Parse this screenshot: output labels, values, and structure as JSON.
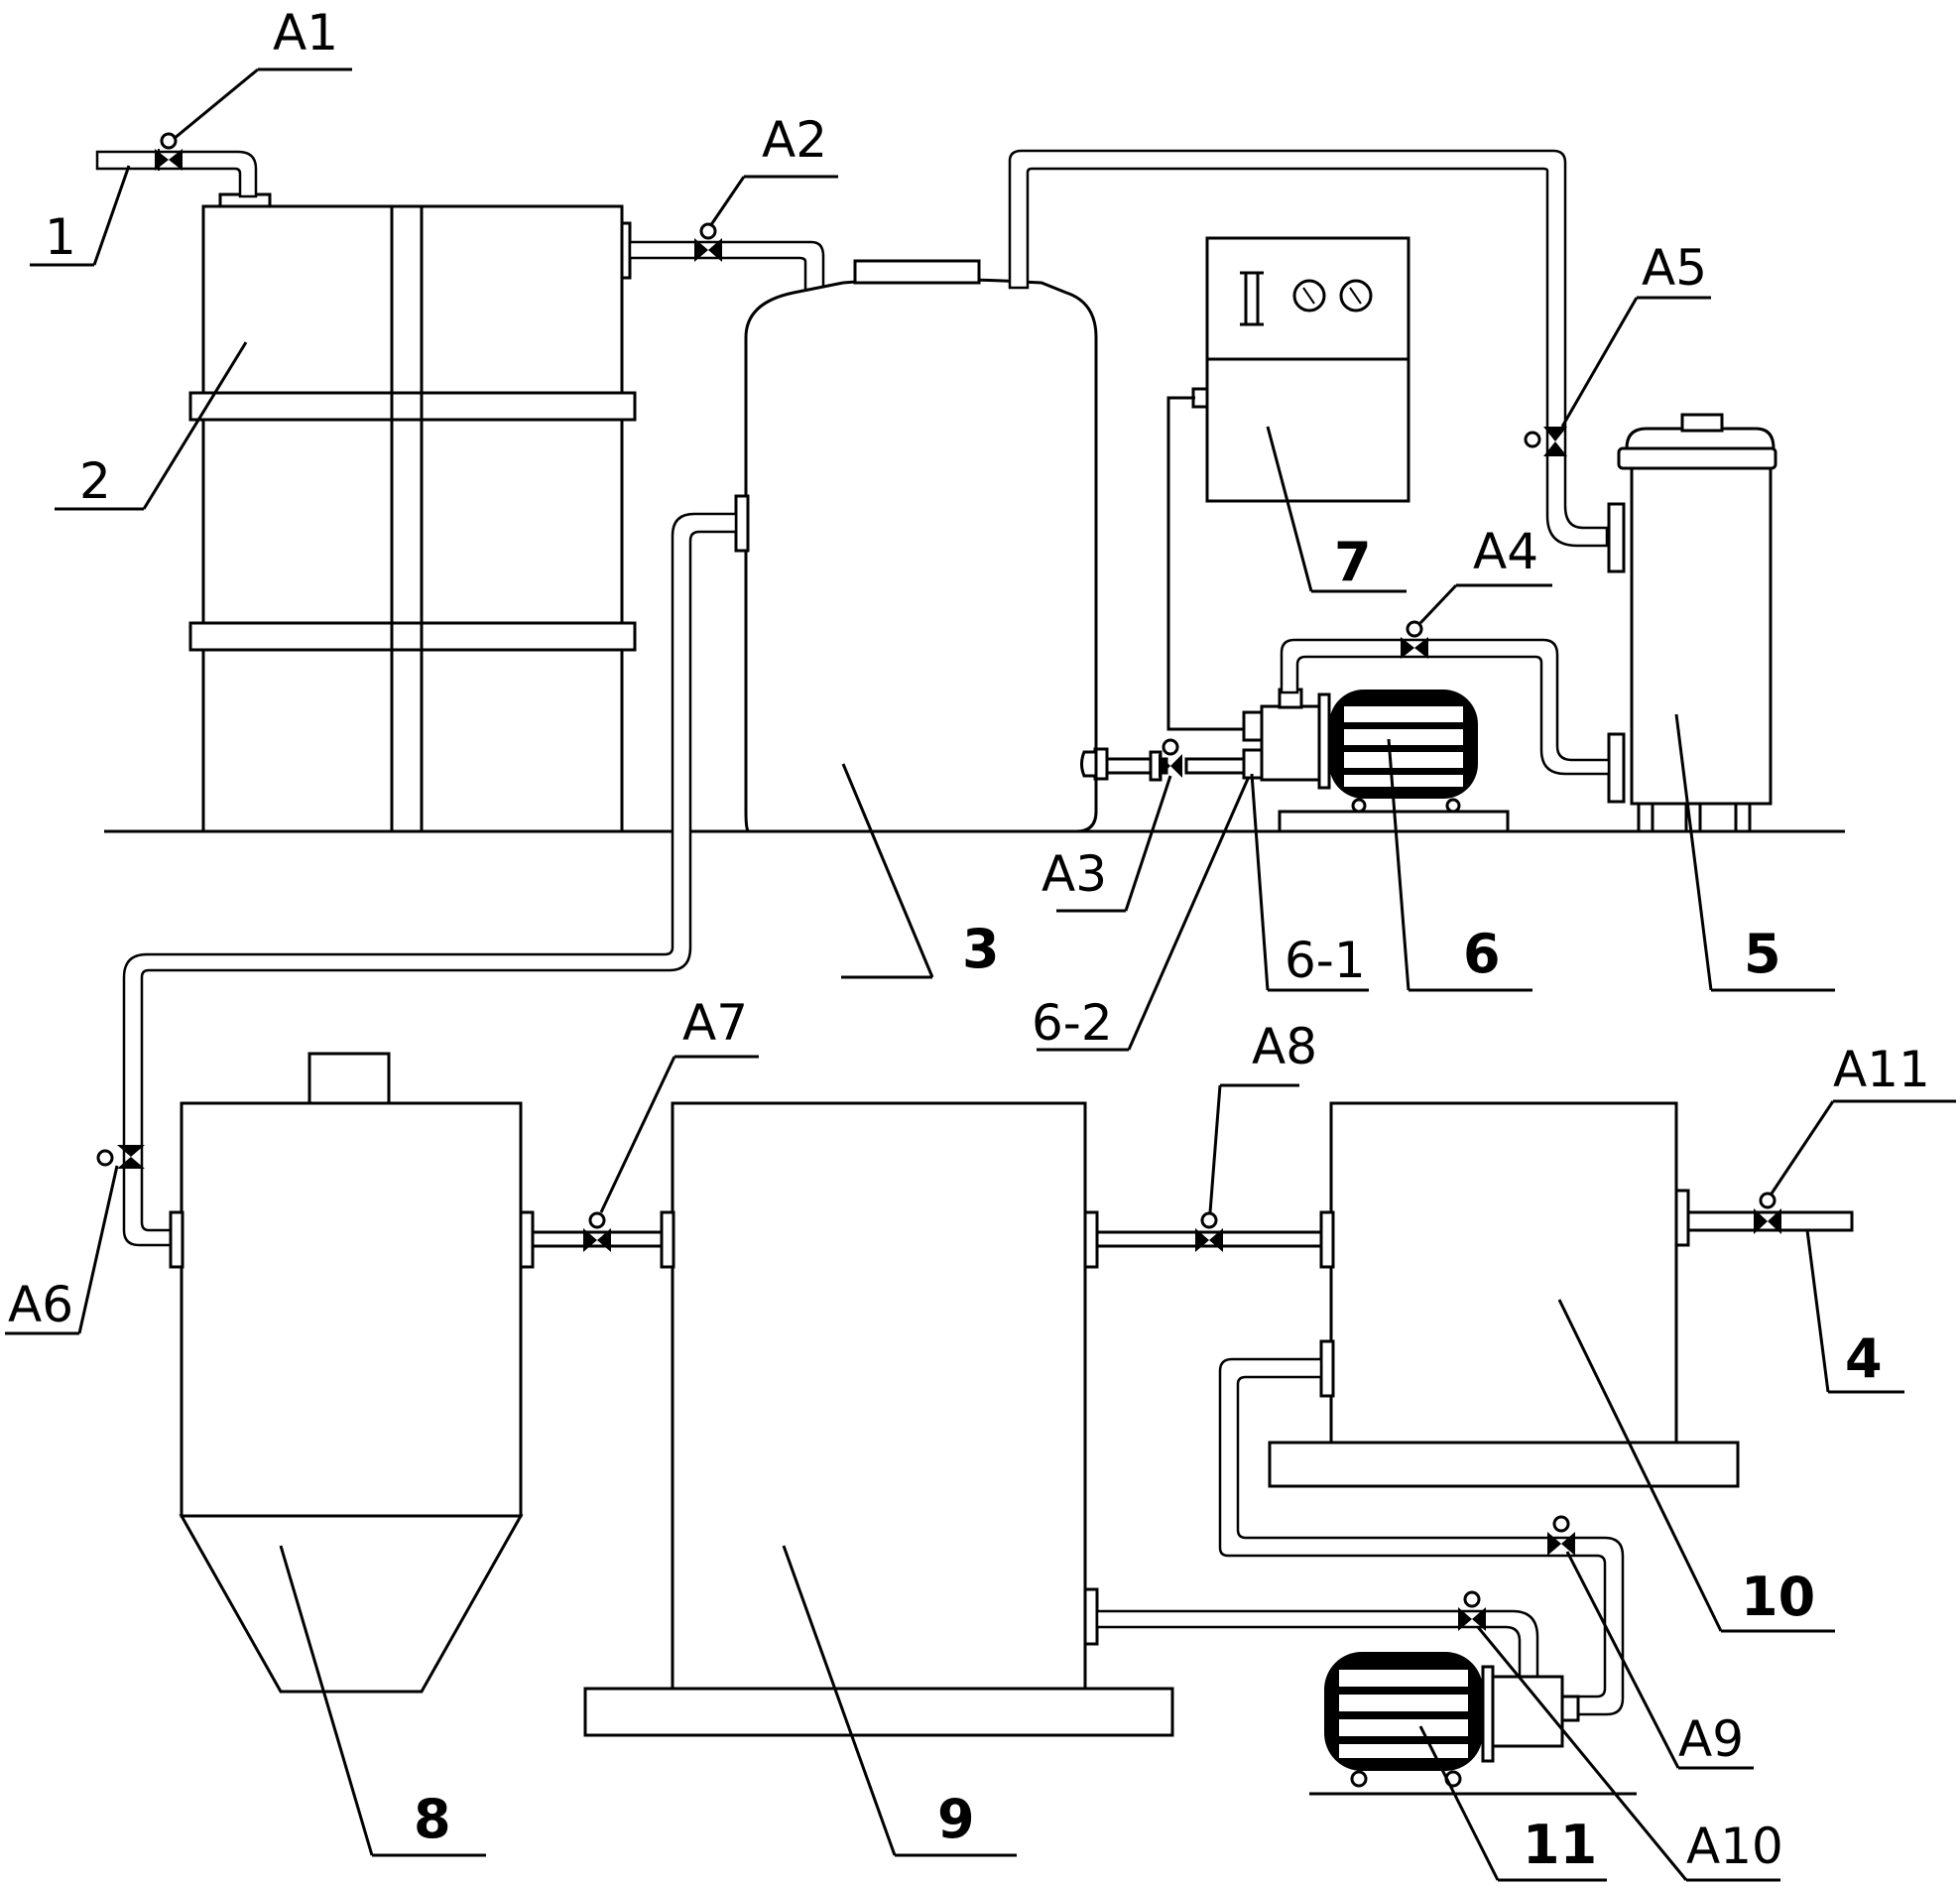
{
  "labels": {
    "n1": "1",
    "n2": "2",
    "n3": "3",
    "n4": "4",
    "n5": "5",
    "n6": "6",
    "n6_1": "6-1",
    "n6_2": "6-2",
    "n7": "7",
    "n8": "8",
    "n9": "9",
    "n10": "10",
    "n11": "11",
    "a1": "A1",
    "a2": "A2",
    "a3": "A3",
    "a4": "A4",
    "a5": "A5",
    "a6": "A6",
    "a7": "A7",
    "a8": "A8",
    "a9": "A9",
    "a10": "A10",
    "a11": "A11"
  }
}
